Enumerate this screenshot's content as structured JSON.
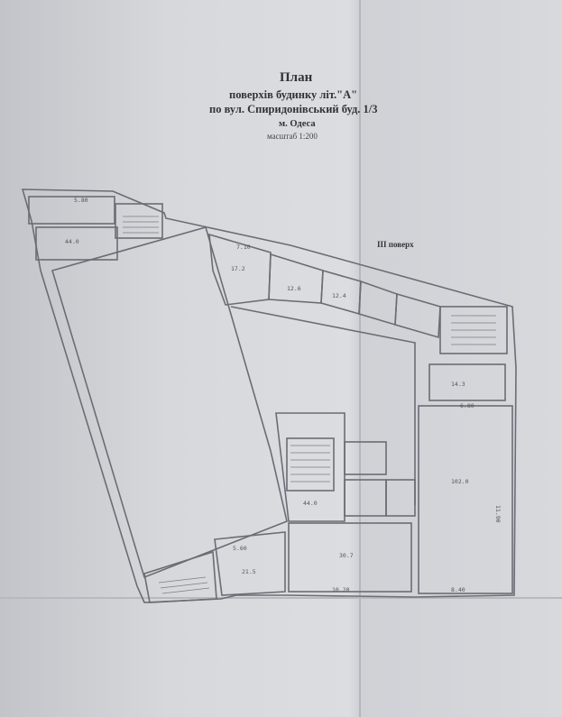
{
  "title": {
    "heading": "План",
    "line1": "поверхів  будинку літ.\"А\"",
    "line2": "по вул. Спиридонівський   буд. 1/3",
    "city": "м. Одеса",
    "scale": "масштаб 1:200"
  },
  "floor_label": "III поверх",
  "room_labels": [
    {
      "id": "r1",
      "text": "44.0"
    },
    {
      "id": "r2",
      "text": "17.2"
    },
    {
      "id": "r3",
      "text": "12.6"
    },
    {
      "id": "r4",
      "text": "12.4"
    },
    {
      "id": "r5",
      "text": "14.3"
    },
    {
      "id": "r6",
      "text": "102.0"
    },
    {
      "id": "r7",
      "text": "44.0"
    },
    {
      "id": "r8",
      "text": "30.7"
    },
    {
      "id": "r9",
      "text": "21.5"
    }
  ],
  "dimensions": {
    "d1": "5.80",
    "d2": "7.10",
    "d3": "6.80",
    "d4": "11.90",
    "d5": "8.40",
    "d6": "10.20",
    "d7": "5.60"
  },
  "colors": {
    "ink": "#6a6d74",
    "paper": "#d8d9dd"
  }
}
